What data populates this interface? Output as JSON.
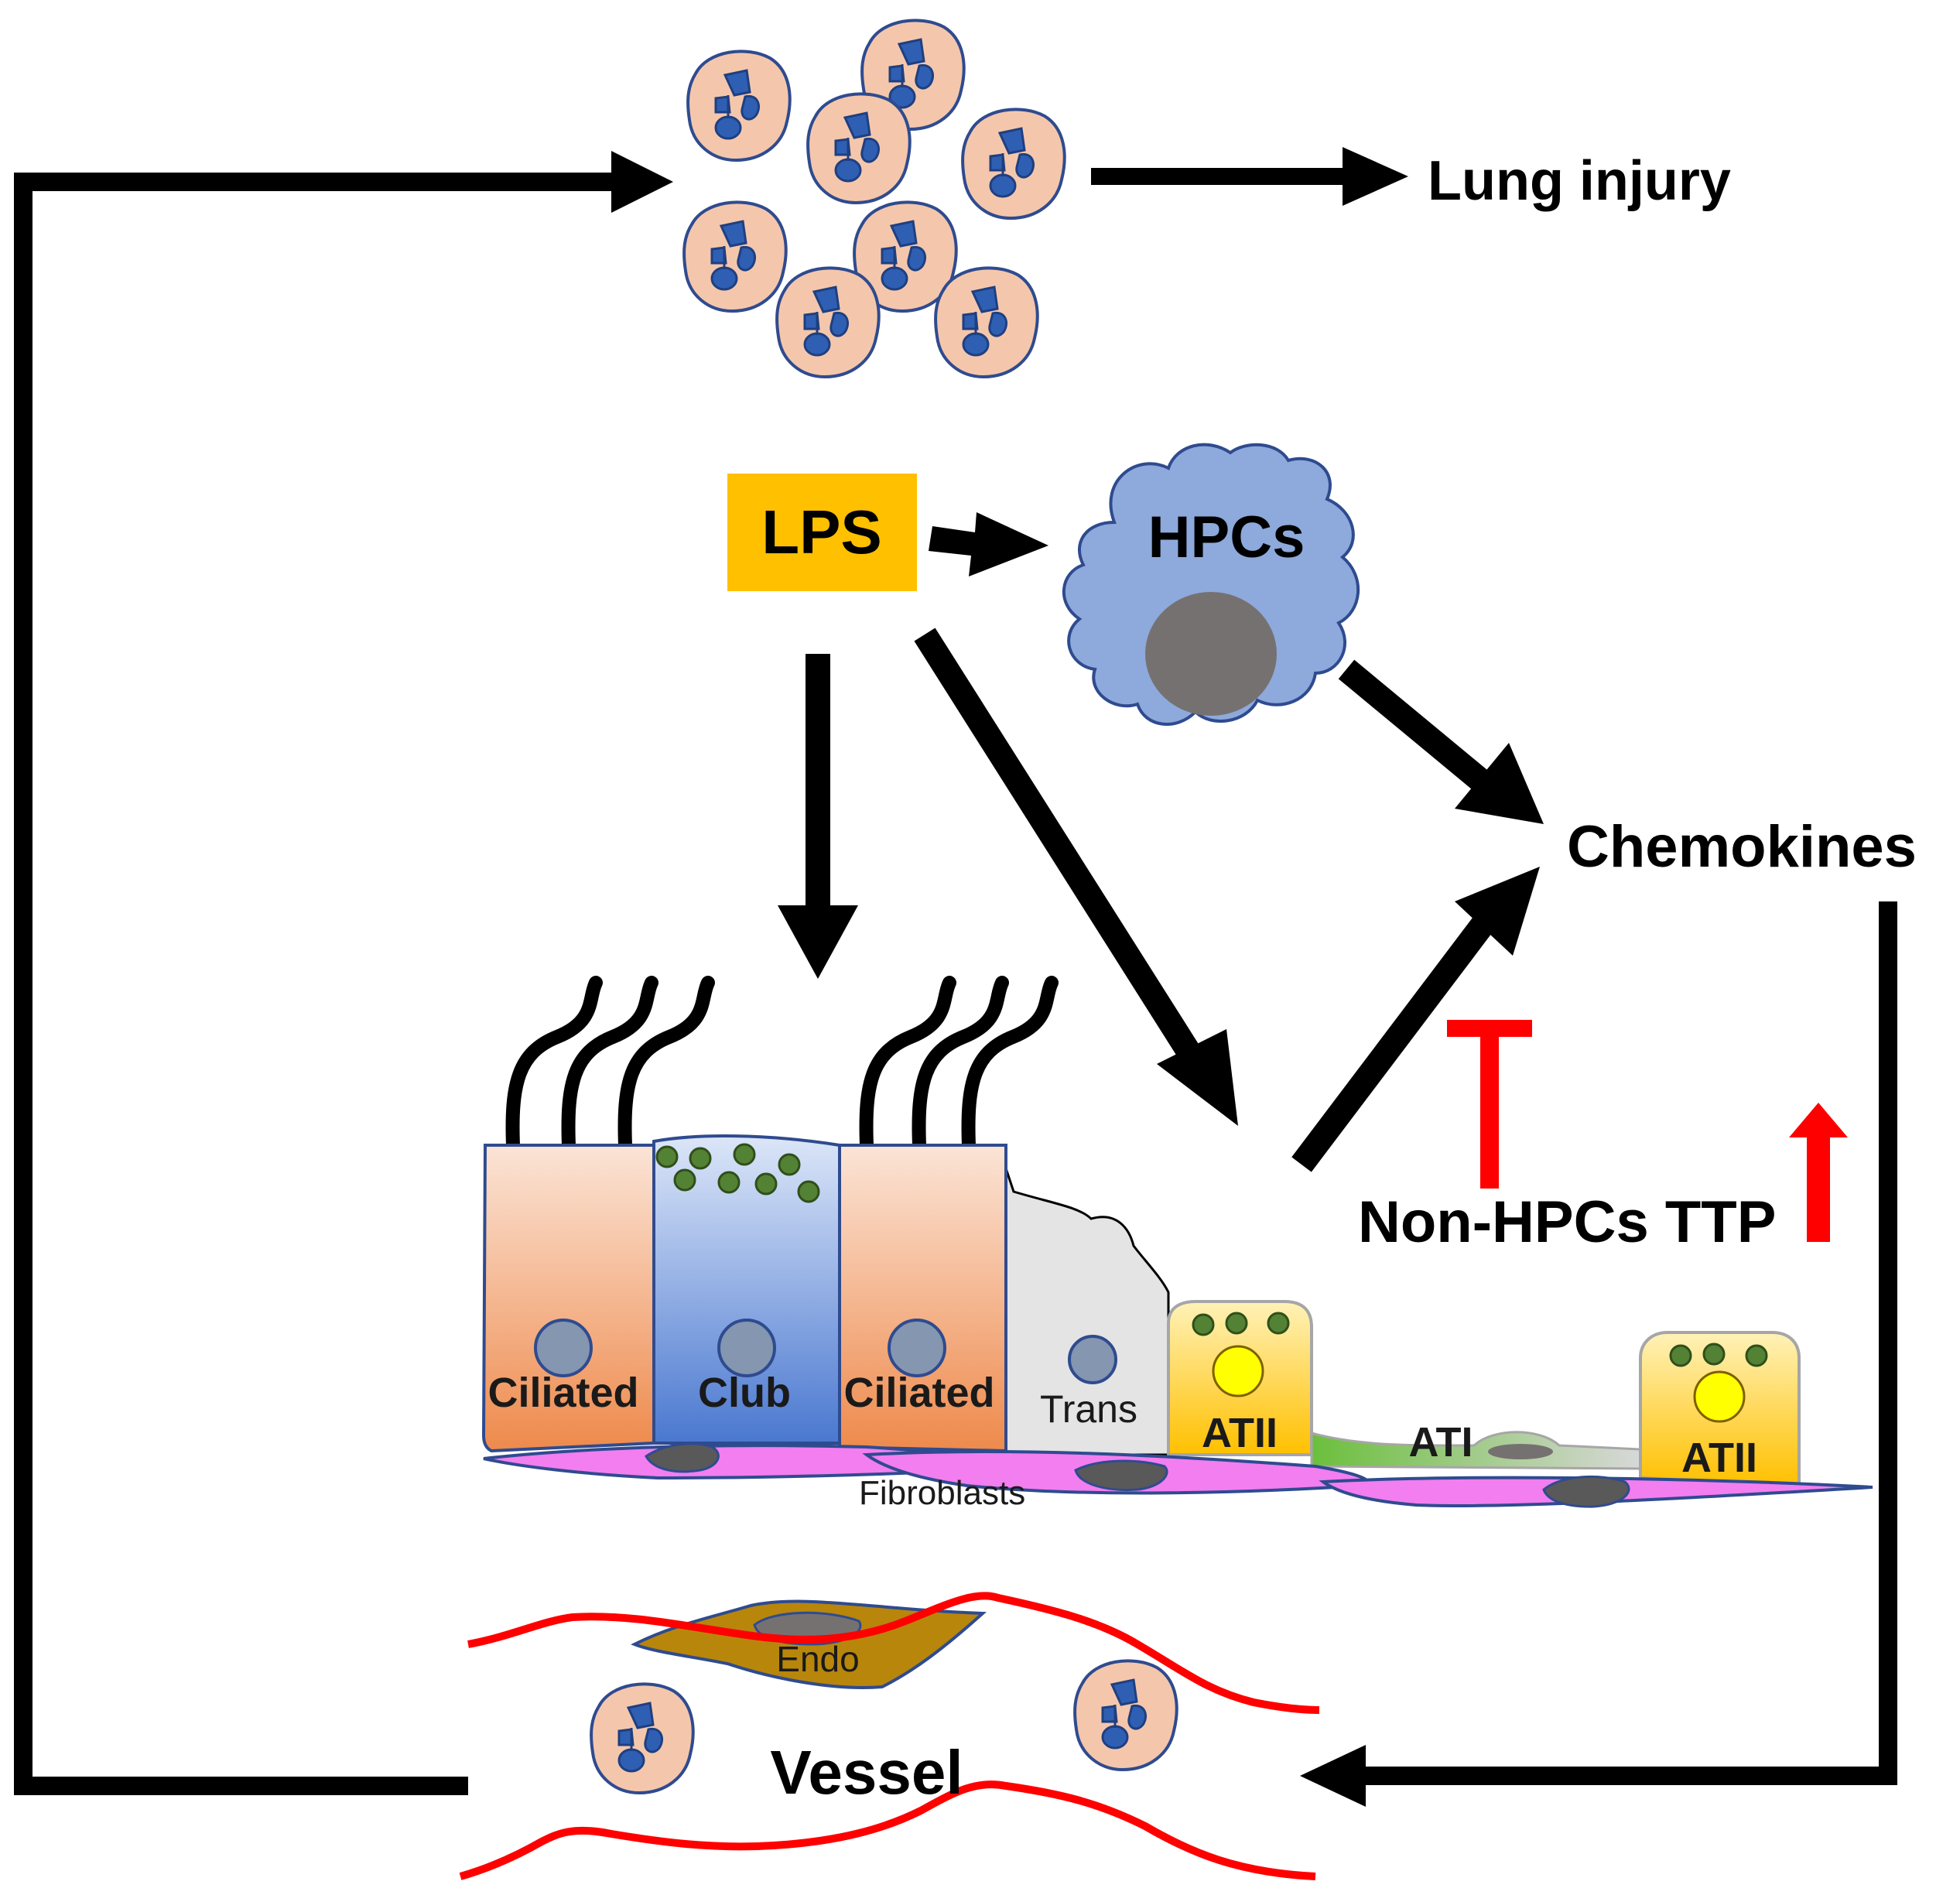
{
  "labels": {
    "lung_injury": "Lung injury",
    "lps": "LPS",
    "hpcs": "HPCs",
    "chemokines": "Chemokines",
    "non_hpcs_ttp": "Non-HPCs TTP",
    "vessel": "Vessel",
    "endo": "Endo",
    "fibroblasts": "Fibroblasts",
    "ciliated_1": "Ciliated",
    "club": "Club",
    "ciliated_2": "Ciliated",
    "trans": "Trans",
    "atii_1": "ATII",
    "ati": "ATI",
    "atii_2": "ATII"
  },
  "colors": {
    "lps_box": "#FFC000",
    "hpc_cell": "#8EA9DB",
    "hpc_nucleus": "#767171",
    "neutrophil_cell": "#F4C7AC",
    "neutrophil_nucleus": "#2F5FB3",
    "outline_blue": "#2F4B8F",
    "arrow": "#000000",
    "inhibition": "#FF0000",
    "vessel_wall": "#FF0000",
    "ciliated": "#F4A070",
    "club": "#7FA1E0",
    "trans": "#E4E4E4",
    "atii": "#FFD740",
    "ati": "#D8D8D8",
    "fibroblast": "#F27EF0",
    "endothelial": "#B8860B",
    "granule": "#548235"
  },
  "icons": {
    "up_regulation": "red-up-arrow",
    "inhibition": "red-t-bar"
  }
}
